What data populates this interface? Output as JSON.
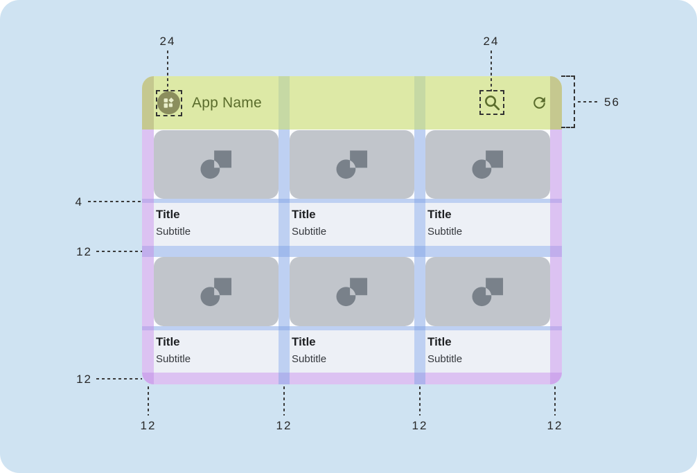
{
  "app_bar": {
    "title": "App Name",
    "leading_icon": "app-logo-icon",
    "trailing_icons": [
      "search-icon",
      "refresh-icon"
    ]
  },
  "cards": [
    {
      "title": "Title",
      "subtitle": "Subtitle",
      "media_icon": "shapes-placeholder-icon"
    },
    {
      "title": "Title",
      "subtitle": "Subtitle",
      "media_icon": "shapes-placeholder-icon"
    },
    {
      "title": "Title",
      "subtitle": "Subtitle",
      "media_icon": "shapes-placeholder-icon"
    },
    {
      "title": "Title",
      "subtitle": "Subtitle",
      "media_icon": "shapes-placeholder-icon"
    },
    {
      "title": "Title",
      "subtitle": "Subtitle",
      "media_icon": "shapes-placeholder-icon"
    },
    {
      "title": "Title",
      "subtitle": "Subtitle",
      "media_icon": "shapes-placeholder-icon"
    }
  ],
  "annotations": {
    "leading_icon_size": "24",
    "trailing_icon_size": "24",
    "app_bar_height": "56",
    "image_text_gap": "4",
    "row_gap": "12",
    "bottom_margin": "12",
    "bottom_labels": [
      "12",
      "12",
      "12",
      "12"
    ]
  },
  "colors": {
    "page_bg": "#cfe3f2",
    "mockup_bg": "#fbfcfe",
    "appbar_green": "#dde9a6",
    "appbar_olive": "#c5c88f",
    "appbar_gutter": "#c6d9a4",
    "olive_ink": "#5a6c2c",
    "logo_circle": "#8b8e5d",
    "logo_glyph": "#e9eecb",
    "card_image": "#c1c5cb",
    "card_text_bg": "#edf0f6",
    "placeholder_glyph": "#79818a",
    "title_ink": "#1e2023",
    "subtitle_ink": "#34373c",
    "margin_overlay": "rgba(195,145,232,0.55)",
    "gutter_overlay": "rgba(129,164,230,0.5)"
  }
}
